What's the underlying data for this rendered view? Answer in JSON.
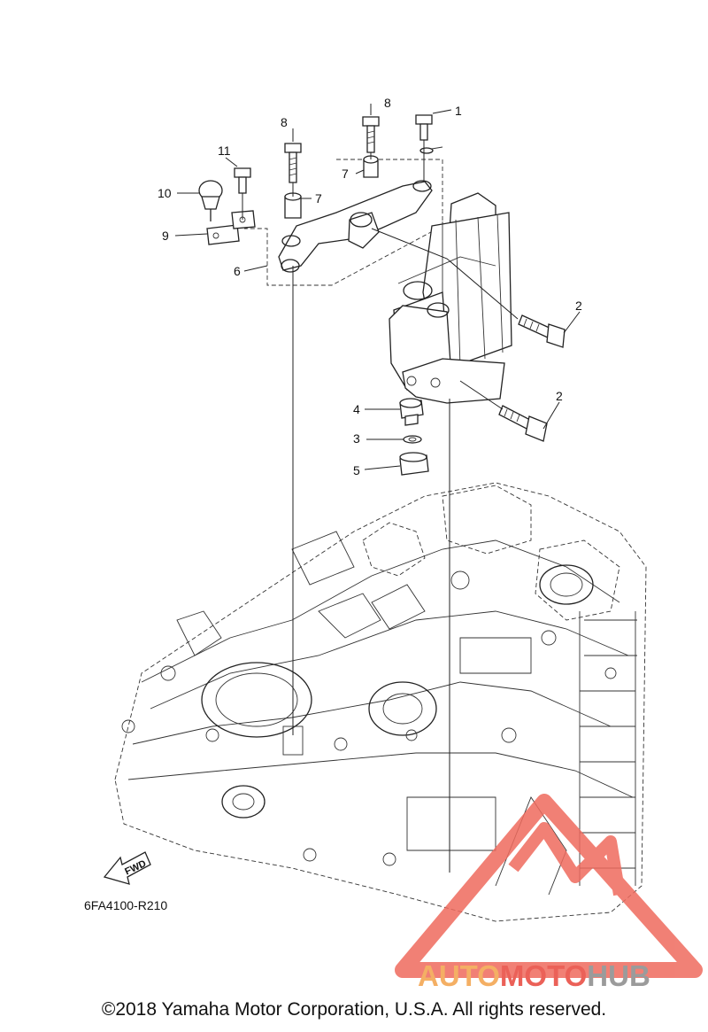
{
  "callouts": {
    "c1": "1",
    "c2a": "2",
    "c2b": "2",
    "c3": "3",
    "c4": "4",
    "c5": "5",
    "c6": "6",
    "c7a": "7",
    "c7b": "7",
    "c8a": "8",
    "c8b": "8",
    "c9": "9",
    "c10": "10",
    "c11": "11"
  },
  "fwd_label": "FWD",
  "diagram_code": "6FA4100-R210",
  "watermark": {
    "brand_part1": "AUTO",
    "brand_part2": "MOTO",
    "brand_part3": "HUB",
    "colors": {
      "orange": "#f3a24a",
      "red": "#e8463c",
      "gray": "#8a8a8a",
      "triangle": "#ef6b5e"
    }
  },
  "copyright": "©2018 Yamaha Motor Corporation, U.S.A. All rights reserved."
}
